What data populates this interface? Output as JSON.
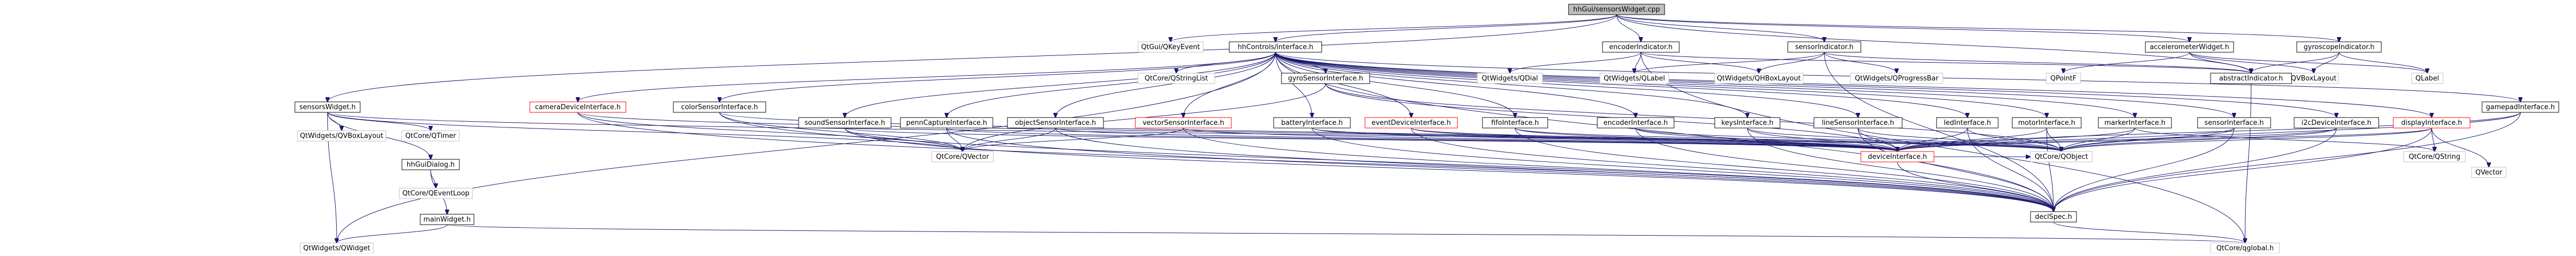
{
  "diagram": {
    "type": "doxygen-include-dependency-graph",
    "colors": {
      "edge": "#191970",
      "root_fill": "#bfbfbf",
      "node_border": "#000000",
      "missing_border": "#bfbfbf",
      "incomplete_border": "#ff0000"
    },
    "nodes": [
      {
        "id": "root",
        "label": "hhGui/sensorsWidget.cpp",
        "style": "root"
      },
      {
        "id": "qkeyevent",
        "label": "QtGui/QKeyEvent",
        "style": "missing"
      },
      {
        "id": "hhcontrol",
        "label": "hhControls/interface.h",
        "style": "normal"
      },
      {
        "id": "encoderind",
        "label": "encoderIndicator.h",
        "style": "normal"
      },
      {
        "id": "sensorind",
        "label": "sensorIndicator.h",
        "style": "normal"
      },
      {
        "id": "accelwidget",
        "label": "accelerometerWidget.h",
        "style": "normal"
      },
      {
        "id": "gyrowidget",
        "label": "gyroscopeIndicator.h",
        "style": "normal"
      },
      {
        "id": "sensorswidget",
        "label": "sensorsWidget.h",
        "style": "normal"
      },
      {
        "id": "qstringlist",
        "label": "QtCore/QStringList",
        "style": "missing"
      },
      {
        "id": "gyrosensor",
        "label": "gyroSensorInterface.h",
        "style": "normal"
      },
      {
        "id": "qdial",
        "label": "QtWidgets/QDial",
        "style": "missing"
      },
      {
        "id": "qlabelw",
        "label": "QtWidgets/QLabel",
        "style": "missing"
      },
      {
        "id": "qhboxlayout",
        "label": "QtWidgets/QHBoxLayout",
        "style": "missing"
      },
      {
        "id": "qprogressbar",
        "label": "QtWidgets/QProgressBar",
        "style": "missing"
      },
      {
        "id": "qpointf",
        "label": "QPointF",
        "style": "missing"
      },
      {
        "id": "qvboxlayout2",
        "label": "QVBoxLayout",
        "style": "missing"
      },
      {
        "id": "qlabel2",
        "label": "QLabel",
        "style": "missing"
      },
      {
        "id": "abstractind",
        "label": "abstractIndicator.h",
        "style": "normal"
      },
      {
        "id": "qvboxlayout",
        "label": "QtWidgets/QVBoxLayout",
        "style": "missing"
      },
      {
        "id": "qtimer",
        "label": "QtCore/QTimer",
        "style": "missing"
      },
      {
        "id": "hhguidialog",
        "label": "hhGuiDialog.h",
        "style": "normal"
      },
      {
        "id": "qeventloop",
        "label": "QtCore/QEventLoop",
        "style": "missing"
      },
      {
        "id": "mainwidget",
        "label": "mainWidget.h",
        "style": "normal"
      },
      {
        "id": "qwidget",
        "label": "QtWidgets/QWidget",
        "style": "missing"
      },
      {
        "id": "cameradevice",
        "label": "cameraDeviceInterface.h",
        "style": "incomplete"
      },
      {
        "id": "colorsensor",
        "label": "colorSensorInterface.h",
        "style": "normal"
      },
      {
        "id": "soundsensor",
        "label": "soundSensorInterface.h",
        "style": "normal"
      },
      {
        "id": "penncapture",
        "label": "pennCaptureInterface.h",
        "style": "normal"
      },
      {
        "id": "objectsensor",
        "label": "objectSensorInterface.h",
        "style": "normal"
      },
      {
        "id": "vectorsensor",
        "label": "vectorSensorInterface.h",
        "style": "incomplete"
      },
      {
        "id": "battery",
        "label": "batteryInterface.h",
        "style": "normal"
      },
      {
        "id": "eventsdevice",
        "label": "eventDeviceInterface.h",
        "style": "incomplete"
      },
      {
        "id": "fifointerface",
        "label": "fifoInterface.h",
        "style": "normal"
      },
      {
        "id": "encoderinterface",
        "label": "encoderInterface.h",
        "style": "normal"
      },
      {
        "id": "keysinterface",
        "label": "keysInterface.h",
        "style": "normal"
      },
      {
        "id": "linesensor",
        "label": "lineSensorInterface.h",
        "style": "normal"
      },
      {
        "id": "ledinterface",
        "label": "ledInterface.h",
        "style": "normal"
      },
      {
        "id": "motorinterface",
        "label": "motorInterface.h",
        "style": "normal"
      },
      {
        "id": "markerinterface",
        "label": "markerInterface.h",
        "style": "normal"
      },
      {
        "id": "sensorinterface",
        "label": "sensorInterface.h",
        "style": "normal"
      },
      {
        "id": "i2cdevice",
        "label": "i2cDeviceInterface.h",
        "style": "normal"
      },
      {
        "id": "display",
        "label": "displayInterface.h",
        "style": "incomplete"
      },
      {
        "id": "gamepad",
        "label": "gamepadInterface.h",
        "style": "normal"
      },
      {
        "id": "qvector",
        "label": "QtCore/QVector",
        "style": "missing"
      },
      {
        "id": "deviceinterface",
        "label": "deviceInterface.h",
        "style": "incomplete"
      },
      {
        "id": "qobject",
        "label": "QtCore/QObject",
        "style": "missing"
      },
      {
        "id": "qstring",
        "label": "QtCore/QString",
        "style": "missing"
      },
      {
        "id": "qvector2",
        "label": "QVector",
        "style": "missing"
      },
      {
        "id": "declspec",
        "label": "declSpec.h",
        "style": "normal"
      },
      {
        "id": "qtglobal",
        "label": "QtCore/qglobal.h",
        "style": "missing"
      }
    ],
    "edges": [
      [
        "root",
        "qkeyevent"
      ],
      [
        "root",
        "hhcontrol"
      ],
      [
        "root",
        "encoderind"
      ],
      [
        "root",
        "sensorind"
      ],
      [
        "root",
        "accelwidget"
      ],
      [
        "root",
        "gyrowidget"
      ],
      [
        "root",
        "sensorswidget"
      ],
      [
        "root",
        "abstractind"
      ],
      [
        "hhcontrol",
        "qstringlist"
      ],
      [
        "hhcontrol",
        "gyrosensor"
      ],
      [
        "hhcontrol",
        "cameradevice"
      ],
      [
        "hhcontrol",
        "colorsensor"
      ],
      [
        "hhcontrol",
        "soundsensor"
      ],
      [
        "hhcontrol",
        "penncapture"
      ],
      [
        "hhcontrol",
        "objectsensor"
      ],
      [
        "hhcontrol",
        "vectorsensor"
      ],
      [
        "hhcontrol",
        "battery"
      ],
      [
        "hhcontrol",
        "eventsdevice"
      ],
      [
        "hhcontrol",
        "fifointerface"
      ],
      [
        "hhcontrol",
        "encoderinterface"
      ],
      [
        "hhcontrol",
        "keysinterface"
      ],
      [
        "hhcontrol",
        "linesensor"
      ],
      [
        "hhcontrol",
        "ledinterface"
      ],
      [
        "hhcontrol",
        "motorinterface"
      ],
      [
        "hhcontrol",
        "markerinterface"
      ],
      [
        "hhcontrol",
        "sensorinterface"
      ],
      [
        "hhcontrol",
        "i2cdevice"
      ],
      [
        "hhcontrol",
        "display"
      ],
      [
        "hhcontrol",
        "gamepad"
      ],
      [
        "hhcontrol",
        "declspec"
      ],
      [
        "hhcontrol",
        "qwidget"
      ],
      [
        "encoderind",
        "qdial"
      ],
      [
        "encoderind",
        "qlabelw"
      ],
      [
        "encoderind",
        "qhboxlayout"
      ],
      [
        "encoderind",
        "abstractind"
      ],
      [
        "encoderind",
        "qtglobal"
      ],
      [
        "sensorind",
        "qlabelw"
      ],
      [
        "sensorind",
        "qhboxlayout"
      ],
      [
        "sensorind",
        "qprogressbar"
      ],
      [
        "sensorind",
        "abstractind"
      ],
      [
        "sensorind",
        "declspec"
      ],
      [
        "accelwidget",
        "abstractind"
      ],
      [
        "accelwidget",
        "qpointf"
      ],
      [
        "accelwidget",
        "qvboxlayout2"
      ],
      [
        "accelwidget",
        "qlabel2"
      ],
      [
        "gyrowidget",
        "abstractind"
      ],
      [
        "gyrowidget",
        "qvboxlayout2"
      ],
      [
        "gyrowidget",
        "qlabel2"
      ],
      [
        "abstractind",
        "qtglobal"
      ],
      [
        "sensorswidget",
        "qvboxlayout"
      ],
      [
        "sensorswidget",
        "qtimer"
      ],
      [
        "sensorswidget",
        "hhguidialog"
      ],
      [
        "sensorswidget",
        "qwidget"
      ],
      [
        "sensorswidget",
        "qvector"
      ],
      [
        "sensorswidget",
        "deviceinterface"
      ],
      [
        "hhguidialog",
        "qeventloop"
      ],
      [
        "hhguidialog",
        "mainwidget"
      ],
      [
        "mainwidget",
        "qwidget"
      ],
      [
        "mainwidget",
        "qtglobal"
      ],
      [
        "gyrosensor",
        "qvector"
      ],
      [
        "gyrosensor",
        "deviceinterface"
      ],
      [
        "gyrosensor",
        "qobject"
      ],
      [
        "cameradevice",
        "qvector"
      ],
      [
        "cameradevice",
        "deviceinterface"
      ],
      [
        "cameradevice",
        "declspec"
      ],
      [
        "colorsensor",
        "qvector"
      ],
      [
        "colorsensor",
        "deviceinterface"
      ],
      [
        "colorsensor",
        "declspec"
      ],
      [
        "soundsensor",
        "qvector"
      ],
      [
        "soundsensor",
        "deviceinterface"
      ],
      [
        "soundsensor",
        "declspec"
      ],
      [
        "penncapture",
        "qvector"
      ],
      [
        "penncapture",
        "deviceinterface"
      ],
      [
        "penncapture",
        "declspec"
      ],
      [
        "objectsensor",
        "qvector"
      ],
      [
        "objectsensor",
        "deviceinterface"
      ],
      [
        "objectsensor",
        "declspec"
      ],
      [
        "vectorsensor",
        "qvector"
      ],
      [
        "vectorsensor",
        "deviceinterface"
      ],
      [
        "vectorsensor",
        "declspec"
      ],
      [
        "battery",
        "deviceinterface"
      ],
      [
        "battery",
        "qobject"
      ],
      [
        "battery",
        "declspec"
      ],
      [
        "eventsdevice",
        "deviceinterface"
      ],
      [
        "eventsdevice",
        "qobject"
      ],
      [
        "eventsdevice",
        "declspec"
      ],
      [
        "fifointerface",
        "deviceinterface"
      ],
      [
        "fifointerface",
        "qobject"
      ],
      [
        "fifointerface",
        "declspec"
      ],
      [
        "encoderinterface",
        "deviceinterface"
      ],
      [
        "encoderinterface",
        "qobject"
      ],
      [
        "encoderinterface",
        "declspec"
      ],
      [
        "keysinterface",
        "deviceinterface"
      ],
      [
        "keysinterface",
        "qobject"
      ],
      [
        "keysinterface",
        "declspec"
      ],
      [
        "linesensor",
        "deviceinterface"
      ],
      [
        "linesensor",
        "qobject"
      ],
      [
        "linesensor",
        "declspec"
      ],
      [
        "ledinterface",
        "deviceinterface"
      ],
      [
        "ledinterface",
        "qobject"
      ],
      [
        "ledinterface",
        "declspec"
      ],
      [
        "motorinterface",
        "deviceinterface"
      ],
      [
        "motorinterface",
        "qobject"
      ],
      [
        "motorinterface",
        "declspec"
      ],
      [
        "markerinterface",
        "deviceinterface"
      ],
      [
        "markerinterface",
        "qobject"
      ],
      [
        "markerinterface",
        "qstring"
      ],
      [
        "sensorinterface",
        "deviceinterface"
      ],
      [
        "sensorinterface",
        "qobject"
      ],
      [
        "sensorinterface",
        "declspec"
      ],
      [
        "i2cdevice",
        "deviceinterface"
      ],
      [
        "i2cdevice",
        "qobject"
      ],
      [
        "i2cdevice",
        "declspec"
      ],
      [
        "display",
        "deviceinterface"
      ],
      [
        "display",
        "qobject"
      ],
      [
        "display",
        "qstring"
      ],
      [
        "display",
        "qvector2"
      ],
      [
        "display",
        "declspec"
      ],
      [
        "gamepad",
        "deviceinterface"
      ],
      [
        "gamepad",
        "qobject"
      ],
      [
        "gamepad",
        "declspec"
      ],
      [
        "deviceinterface",
        "qobject"
      ],
      [
        "deviceinterface",
        "declspec"
      ],
      [
        "declspec",
        "qtglobal"
      ]
    ]
  }
}
